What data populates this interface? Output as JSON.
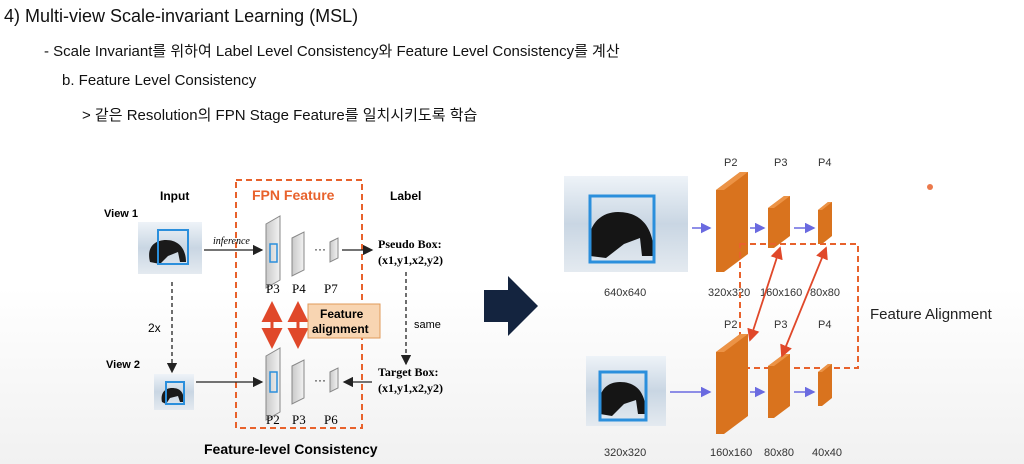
{
  "slide": {
    "heading": "4) Multi-view Scale-invariant Learning (MSL)",
    "line1": "- Scale Invariant를 위하여 Label Level Consistency와  Feature Level Consistency를 계산",
    "line2": "b. Feature Level Consistency",
    "line3": "> 같은 Resolution의 FPN Stage Feature를 일치시키도록 학습"
  },
  "left_diagram": {
    "col_input": "Input",
    "col_fpn": "FPN Feature",
    "col_label": "Label",
    "view1": "View 1",
    "view2": "View 2",
    "scale": "2x",
    "inference": "inference",
    "dots": "···",
    "top_levels": [
      "P3",
      "P4",
      "P7"
    ],
    "bottom_levels": [
      "P2",
      "P3",
      "P6"
    ],
    "alignment_box": [
      "Feature",
      "alignment"
    ],
    "same": "same",
    "pseudo_box": [
      "Pseudo Box:",
      "(x1,y1,x2,y2)"
    ],
    "target_box": [
      "Target Box:",
      "(x1,y1,x2,y2)"
    ],
    "caption": "Feature-level Consistency"
  },
  "right_diagram": {
    "top_levels": [
      "P2",
      "P3",
      "P4"
    ],
    "bottom_levels": [
      "P2",
      "P3",
      "P4"
    ],
    "top_image_size": "640x640",
    "top_sizes": [
      "320x320",
      "160x160",
      "80x80"
    ],
    "bottom_image_size": "320x320",
    "bottom_sizes": [
      "160x160",
      "80x80",
      "40x40"
    ],
    "feature_alignment": "Feature Alignment"
  },
  "colors": {
    "orange_dashed": "#e8622c",
    "feature_orange": "#d9731e",
    "box_blue": "#2b8fdc",
    "arrow_navy": "#14243f",
    "alignment_fill": "#f8d5b2"
  }
}
